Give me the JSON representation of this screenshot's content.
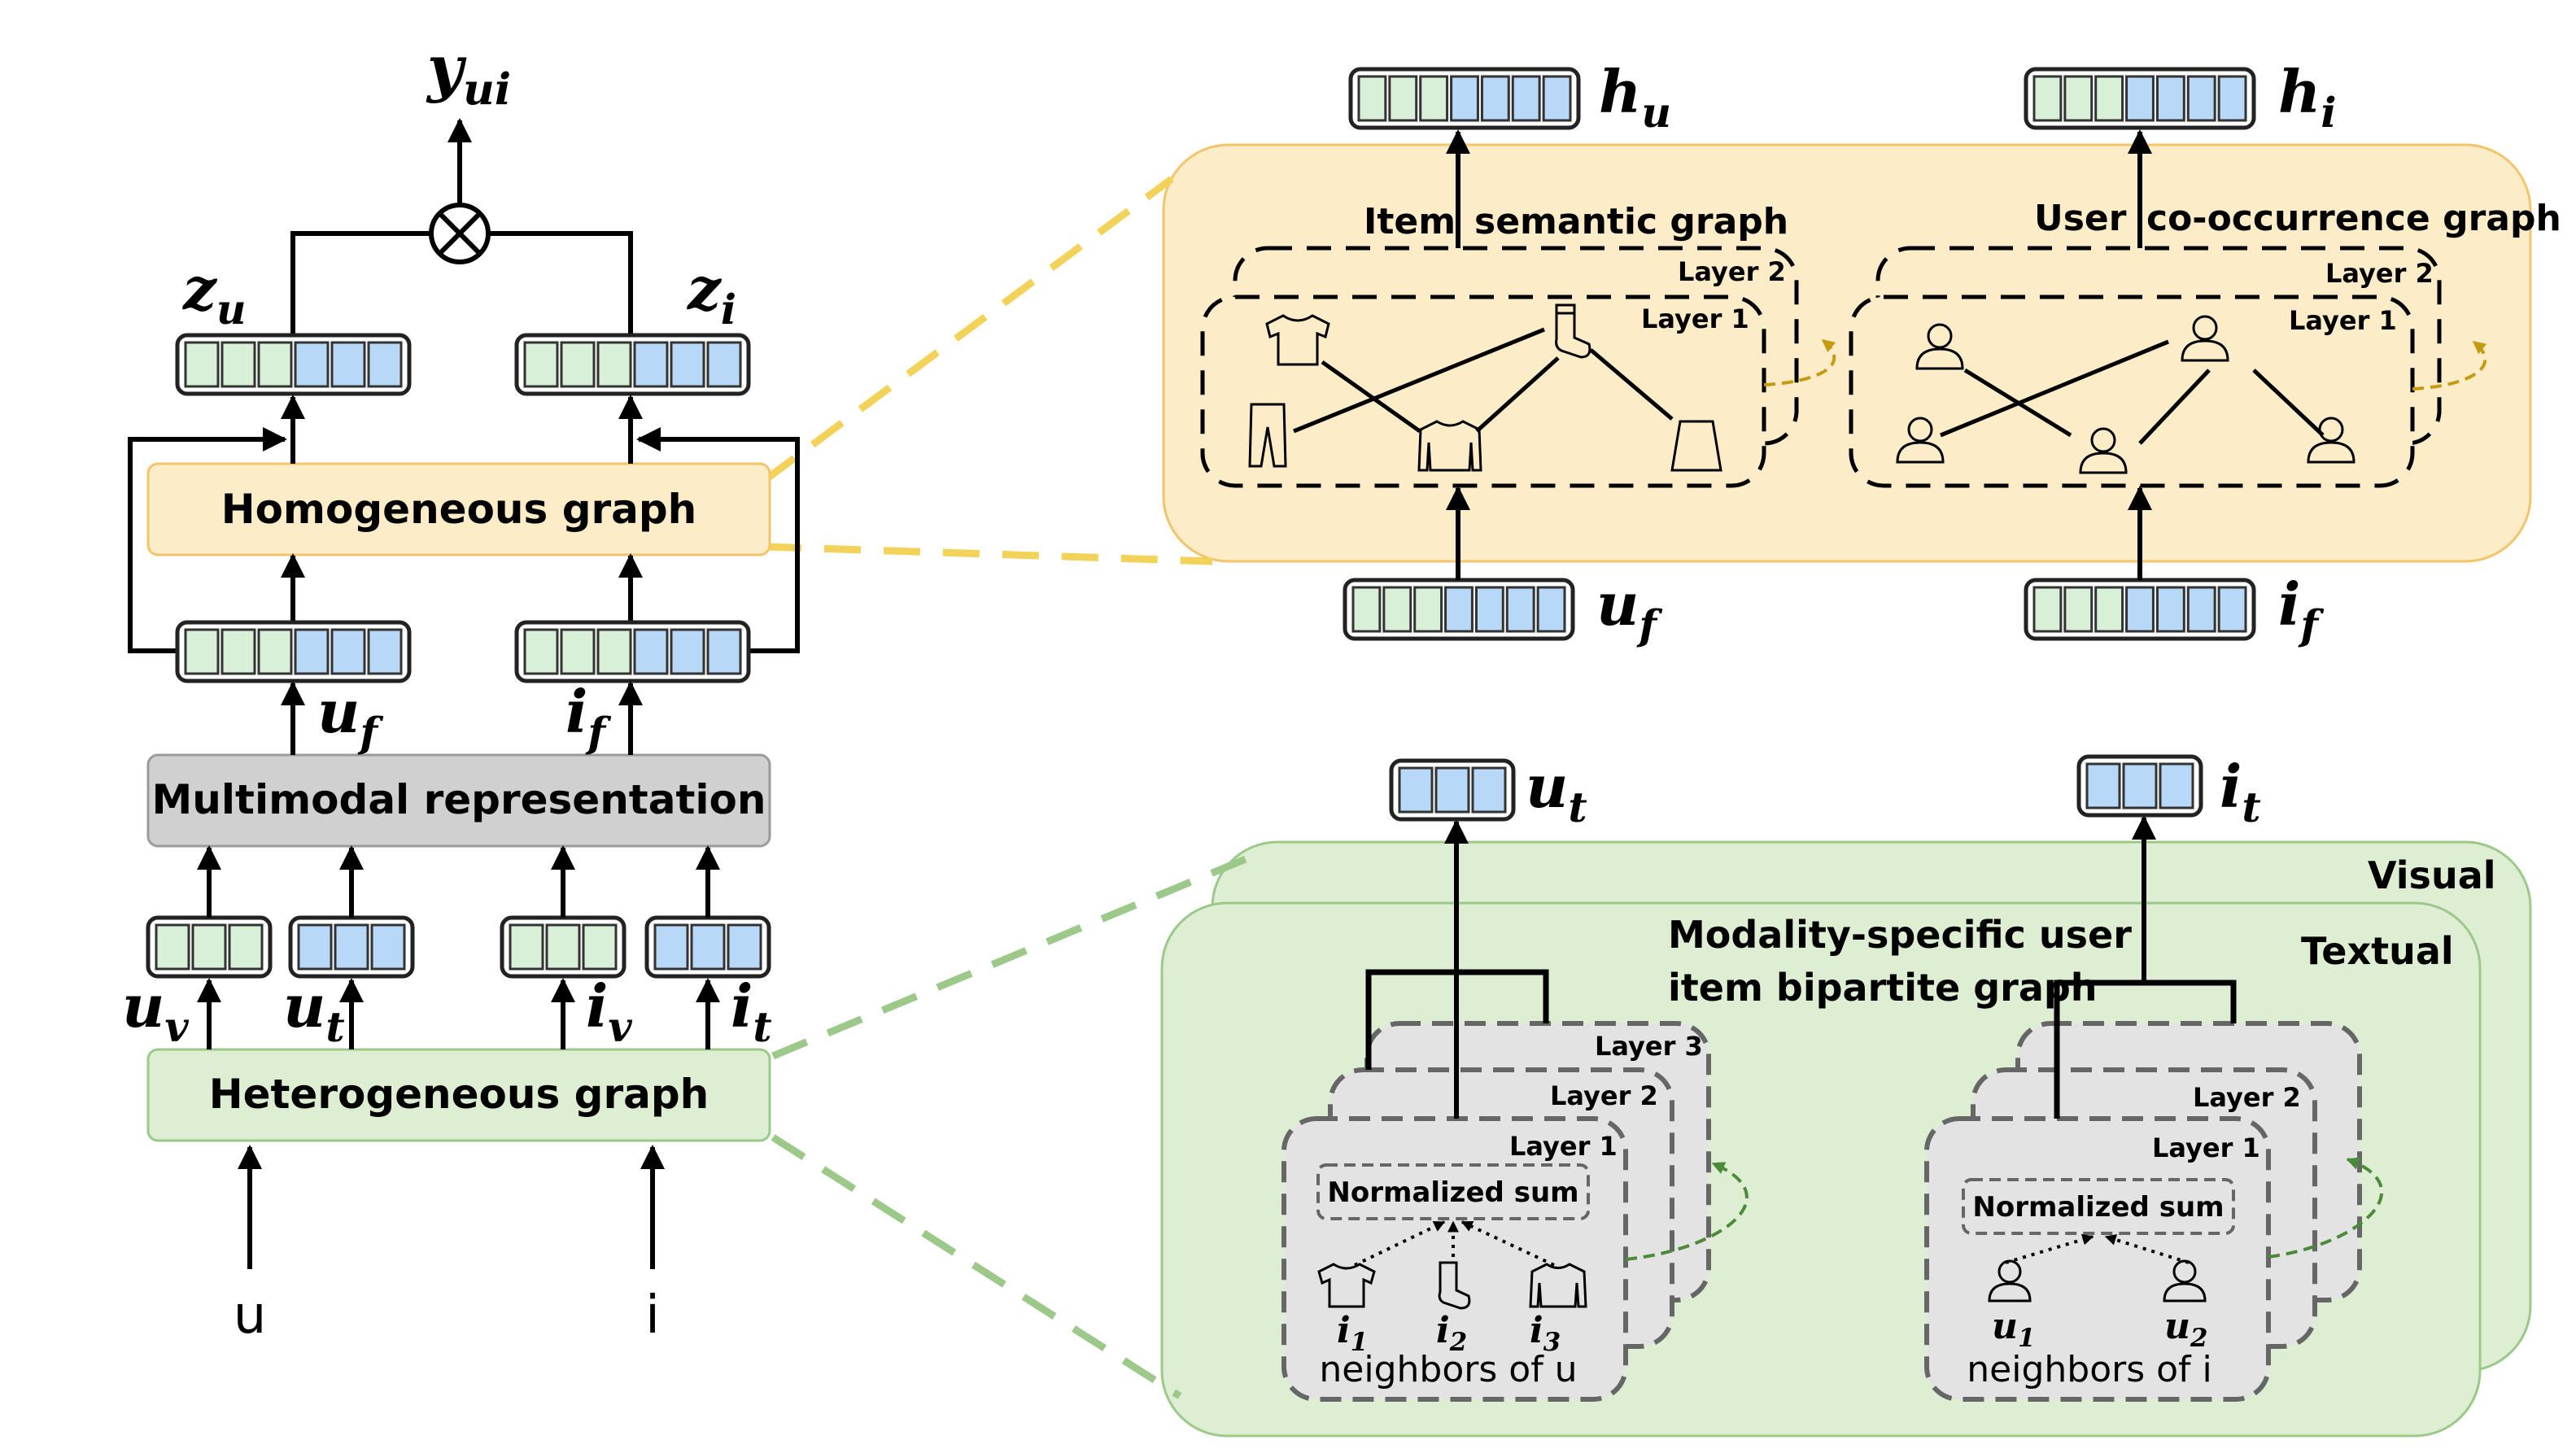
{
  "colors": {
    "green_cell": "#d8f0d8",
    "blue_cell": "#b8d8f8",
    "vec_border": "#222222",
    "homogeneous_fill": "#fdecc8",
    "homogeneous_border": "#f3c46a",
    "multimodal_fill": "#d0d0d0",
    "heterogeneous_fill": "#ddeed3",
    "heterogeneous_border": "#9cc98a",
    "node_fill": "#e3e3e3",
    "yellow_dash": "#f3d25a",
    "green_dash": "#9cc98a",
    "gold_arrow": "#c49a10",
    "green_arrow": "#4c8a3a"
  },
  "left": {
    "output": {
      "base": "y",
      "sub": "ui"
    },
    "z_u": {
      "base": "z",
      "sub": "u"
    },
    "z_i": {
      "base": "z",
      "sub": "i"
    },
    "homogeneous_graph": "Homogeneous graph",
    "u_f": {
      "base": "u",
      "sub": "f"
    },
    "i_f": {
      "base": "i",
      "sub": "f"
    },
    "multimodal_representation": "Multimodal representation",
    "u_v": {
      "base": "u",
      "sub": "v"
    },
    "u_t": {
      "base": "u",
      "sub": "t"
    },
    "i_v": {
      "base": "i",
      "sub": "v"
    },
    "i_t": {
      "base": "i",
      "sub": "t"
    },
    "heterogeneous_graph": "Heterogeneous graph",
    "input_u": "u",
    "input_i": "i"
  },
  "top_panel": {
    "h_u": {
      "base": "h",
      "sub": "u"
    },
    "h_i": {
      "base": "h",
      "sub": "i"
    },
    "item_title_1": "Item",
    "item_title_2": "semantic graph",
    "user_title_1": "User",
    "user_title_2": "co-occurrence graph",
    "layer_1": "Layer 1",
    "layer_2": "Layer 2",
    "u_f": {
      "base": "u",
      "sub": "f"
    },
    "i_f": {
      "base": "i",
      "sub": "f"
    },
    "item_icons": [
      "shirt-icon",
      "sock-icon",
      "pants-icon",
      "sweater-icon",
      "skirt-icon"
    ],
    "user_icons": [
      "person-icon",
      "person-icon",
      "person-icon",
      "person-icon",
      "person-icon"
    ]
  },
  "bottom_panel": {
    "visual": "Visual",
    "textual": "Textual",
    "title_line_1": "Modality-specific user",
    "title_line_2": "item bipartite graph",
    "u_t": {
      "base": "u",
      "sub": "t"
    },
    "i_t": {
      "base": "i",
      "sub": "t"
    },
    "user_stack": {
      "layer_3": "Layer 3",
      "layer_2": "Layer 2",
      "layer_1": "Layer 1",
      "normalized_sum": "Normalized sum",
      "neighbors": [
        "i",
        "i",
        "i"
      ],
      "neighbor_subs": [
        "1",
        "2",
        "3"
      ],
      "caption": "neighbors of u"
    },
    "item_stack": {
      "layer_2": "Layer 2",
      "layer_1": "Layer 1",
      "normalized_sum": "Normalized sum",
      "neighbors": [
        "u",
        "u"
      ],
      "neighbor_subs": [
        "1",
        "2"
      ],
      "caption": "neighbors of i"
    }
  }
}
